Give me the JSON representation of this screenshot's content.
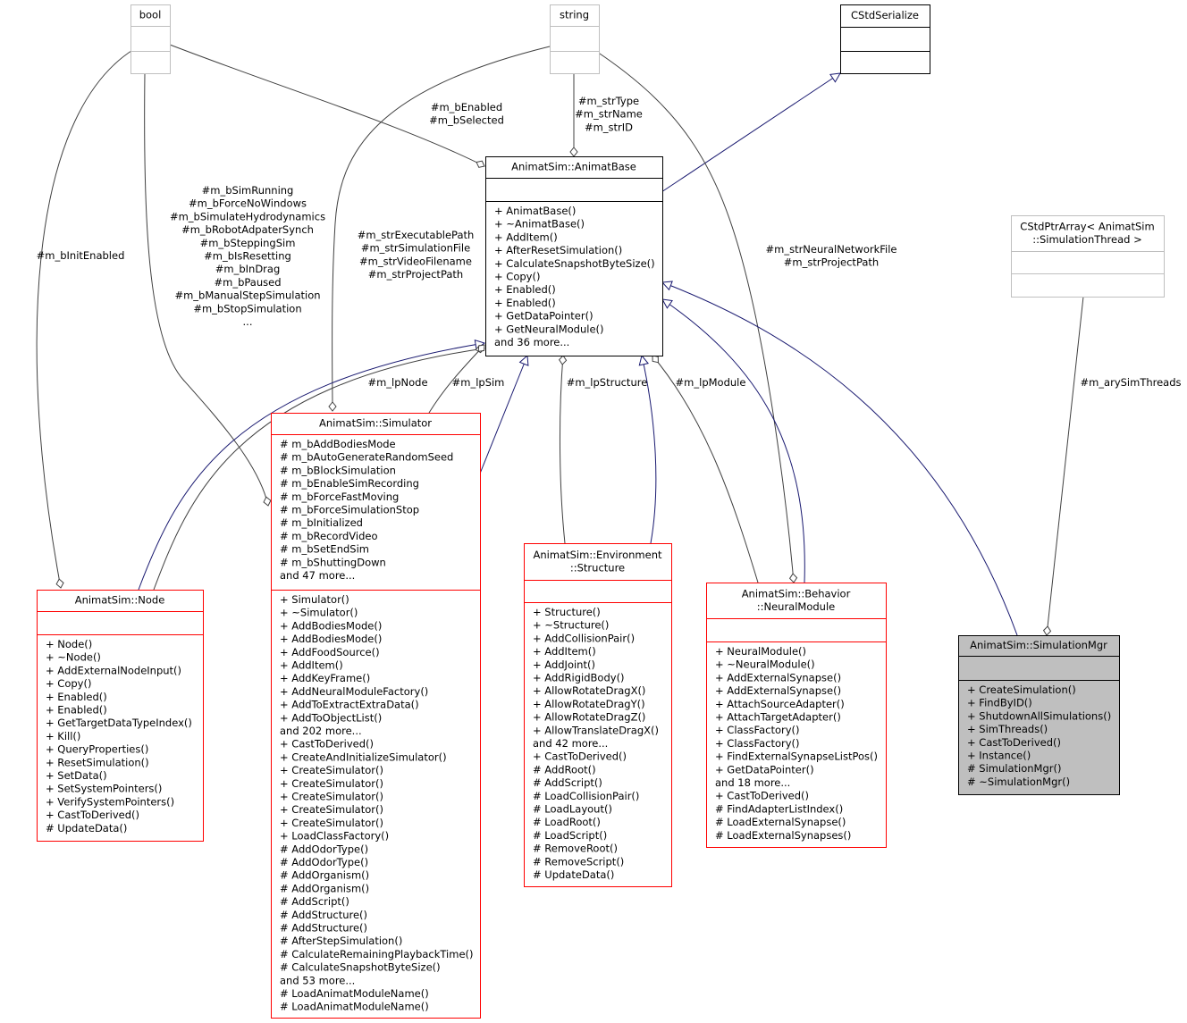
{
  "diagram": {
    "classes": [
      {
        "id": "bool",
        "title": [
          "bool"
        ],
        "style": "gray",
        "attributes": [],
        "operations": []
      },
      {
        "id": "string",
        "title": [
          "string"
        ],
        "style": "gray",
        "attributes": [],
        "operations": []
      },
      {
        "id": "cstdserialize",
        "title": [
          "CStdSerialize"
        ],
        "style": "black",
        "attributes": [],
        "operations": []
      },
      {
        "id": "animatbase",
        "title": [
          "AnimatSim::AnimatBase"
        ],
        "style": "black",
        "attributes": [],
        "operations": [
          "+ AnimatBase()",
          "+ ~AnimatBase()",
          "+ AddItem()",
          "+ AfterResetSimulation()",
          "+ CalculateSnapshotByteSize()",
          "+ Copy()",
          "+ Enabled()",
          "+ Enabled()",
          "+ GetDataPointer()",
          "+ GetNeuralModule()",
          "and 36 more..."
        ]
      },
      {
        "id": "cstdptrarray",
        "title": [
          "CStdPtrArray< AnimatSim",
          "::SimulationThread >"
        ],
        "style": "gray",
        "attributes": [],
        "operations": []
      },
      {
        "id": "node",
        "title": [
          "AnimatSim::Node"
        ],
        "style": "red",
        "attributes": [],
        "operations": [
          "+ Node()",
          "+ ~Node()",
          "+ AddExternalNodeInput()",
          "+ Copy()",
          "+ Enabled()",
          "+ Enabled()",
          "+ GetTargetDataTypeIndex()",
          "+ Kill()",
          "+ QueryProperties()",
          "+ ResetSimulation()",
          "+ SetData()",
          "+ SetSystemPointers()",
          "+ VerifySystemPointers()",
          "+ CastToDerived()",
          "# UpdateData()"
        ]
      },
      {
        "id": "simulator",
        "title": [
          "AnimatSim::Simulator"
        ],
        "style": "red",
        "attributes": [
          "# m_bAddBodiesMode",
          "# m_bAutoGenerateRandomSeed",
          "# m_bBlockSimulation",
          "# m_bEnableSimRecording",
          "# m_bForceFastMoving",
          "# m_bForceSimulationStop",
          "# m_bInitialized",
          "# m_bRecordVideo",
          "# m_bSetEndSim",
          "# m_bShuttingDown",
          "and 47 more..."
        ],
        "operations": [
          "+ Simulator()",
          "+ ~Simulator()",
          "+ AddBodiesMode()",
          "+ AddBodiesMode()",
          "+ AddFoodSource()",
          "+ AddItem()",
          "+ AddKeyFrame()",
          "+ AddNeuralModuleFactory()",
          "+ AddToExtractExtraData()",
          "+ AddToObjectList()",
          "and 202 more...",
          "+ CastToDerived()",
          "+ CreateAndInitializeSimulator()",
          "+ CreateSimulator()",
          "+ CreateSimulator()",
          "+ CreateSimulator()",
          "+ CreateSimulator()",
          "+ CreateSimulator()",
          "+ LoadClassFactory()",
          "# AddOdorType()",
          "# AddOdorType()",
          "# AddOrganism()",
          "# AddOrganism()",
          "# AddScript()",
          "# AddStructure()",
          "# AddStructure()",
          "# AfterStepSimulation()",
          "# CalculateRemainingPlaybackTime()",
          "# CalculateSnapshotByteSize()",
          "and 53 more...",
          "# LoadAnimatModuleName()",
          "# LoadAnimatModuleName()"
        ]
      },
      {
        "id": "structure",
        "title": [
          "AnimatSim::Environment",
          "::Structure"
        ],
        "style": "red",
        "attributes": [],
        "operations": [
          "+ Structure()",
          "+ ~Structure()",
          "+ AddCollisionPair()",
          "+ AddItem()",
          "+ AddJoint()",
          "+ AddRigidBody()",
          "+ AllowRotateDragX()",
          "+ AllowRotateDragY()",
          "+ AllowRotateDragZ()",
          "+ AllowTranslateDragX()",
          "and 42 more...",
          "+ CastToDerived()",
          "# AddRoot()",
          "# AddScript()",
          "# LoadCollisionPair()",
          "# LoadLayout()",
          "# LoadRoot()",
          "# LoadScript()",
          "# RemoveRoot()",
          "# RemoveScript()",
          "# UpdateData()"
        ]
      },
      {
        "id": "neuralmodule",
        "title": [
          "AnimatSim::Behavior",
          "::NeuralModule"
        ],
        "style": "red",
        "attributes": [],
        "operations": [
          "+ NeuralModule()",
          "+ ~NeuralModule()",
          "+ AddExternalSynapse()",
          "+ AddExternalSynapse()",
          "+ AttachSourceAdapter()",
          "+ AttachTargetAdapter()",
          "+ ClassFactory()",
          "+ ClassFactory()",
          "+ FindExternalSynapseListPos()",
          "+ GetDataPointer()",
          "and 18 more...",
          "+ CastToDerived()",
          "# FindAdapterListIndex()",
          "# LoadExternalSynapse()",
          "# LoadExternalSynapses()"
        ]
      },
      {
        "id": "simulationmgr",
        "title": [
          "AnimatSim::SimulationMgr"
        ],
        "style": "focus",
        "attributes": [],
        "operations": [
          "+ CreateSimulation()",
          "+ FindByID()",
          "+ ShutdownAllSimulations()",
          "+ SimThreads()",
          "+ CastToDerived()",
          "+ Instance()",
          "# SimulationMgr()",
          "# ~SimulationMgr()"
        ]
      }
    ],
    "edge_labels": [
      {
        "id": "lbl-benabled",
        "lines": [
          "#m_bEnabled",
          "#m_bSelected"
        ]
      },
      {
        "id": "lbl-strtype",
        "lines": [
          "#m_strType",
          "#m_strName",
          "#m_strID"
        ]
      },
      {
        "id": "lbl-binitenabled",
        "lines": [
          "#m_bInitEnabled"
        ]
      },
      {
        "id": "lbl-simbools",
        "lines": [
          "#m_bSimRunning",
          "#m_bForceNoWindows",
          "#m_bSimulateHydrodynamics",
          "#m_bRobotAdpaterSynch",
          "#m_bSteppingSim",
          "#m_bIsResetting",
          "#m_bInDrag",
          "#m_bPaused",
          "#m_bManualStepSimulation",
          "#m_bStopSimulation",
          "..."
        ]
      },
      {
        "id": "lbl-simstrings",
        "lines": [
          "#m_strExecutablePath",
          "#m_strSimulationFile",
          "#m_strVideoFilename",
          "#m_strProjectPath"
        ]
      },
      {
        "id": "lbl-nnfile",
        "lines": [
          "#m_strNeuralNetworkFile",
          "#m_strProjectPath"
        ]
      },
      {
        "id": "lbl-arysimthreads",
        "lines": [
          "#m_arySimThreads"
        ]
      },
      {
        "id": "lbl-lpnode",
        "lines": [
          "#m_lpNode"
        ]
      },
      {
        "id": "lbl-lpsim",
        "lines": [
          "#m_lpSim"
        ]
      },
      {
        "id": "lbl-lpstructure",
        "lines": [
          "#m_lpStructure"
        ]
      },
      {
        "id": "lbl-lpmodule",
        "lines": [
          "#m_lpModule"
        ]
      }
    ]
  }
}
